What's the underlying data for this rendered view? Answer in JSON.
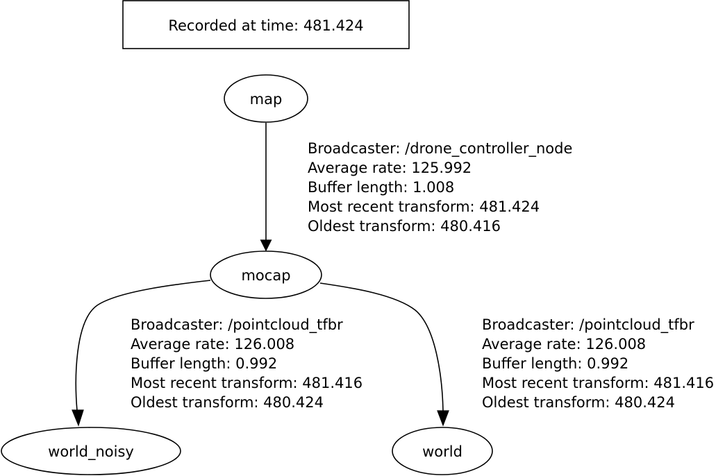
{
  "header": {
    "label": "Recorded at time",
    "time": "481.424"
  },
  "nodes": {
    "map": "map",
    "mocap": "mocap",
    "world_noisy": "world_noisy",
    "world": "world"
  },
  "edges": {
    "map_to_mocap": {
      "broadcaster": "/drone_controller_node",
      "average_rate": "125.992",
      "buffer_length": "1.008",
      "most_recent_transform": "481.424",
      "oldest_transform": "480.416"
    },
    "mocap_to_world_noisy": {
      "broadcaster": "/pointcloud_tfbr",
      "average_rate": "126.008",
      "buffer_length": "0.992",
      "most_recent_transform": "481.416",
      "oldest_transform": "480.424"
    },
    "mocap_to_world": {
      "broadcaster": "/pointcloud_tfbr",
      "average_rate": "126.008",
      "buffer_length": "0.992",
      "most_recent_transform": "481.416",
      "oldest_transform": "480.424"
    }
  },
  "field_labels": {
    "broadcaster": "Broadcaster: ",
    "average_rate": "Average rate: ",
    "buffer_length": "Buffer length: ",
    "most_recent_transform": "Most recent transform: ",
    "oldest_transform": "Oldest transform: "
  },
  "colors": {
    "stroke": "#000000",
    "background": "#ffffff",
    "text": "#000000"
  }
}
